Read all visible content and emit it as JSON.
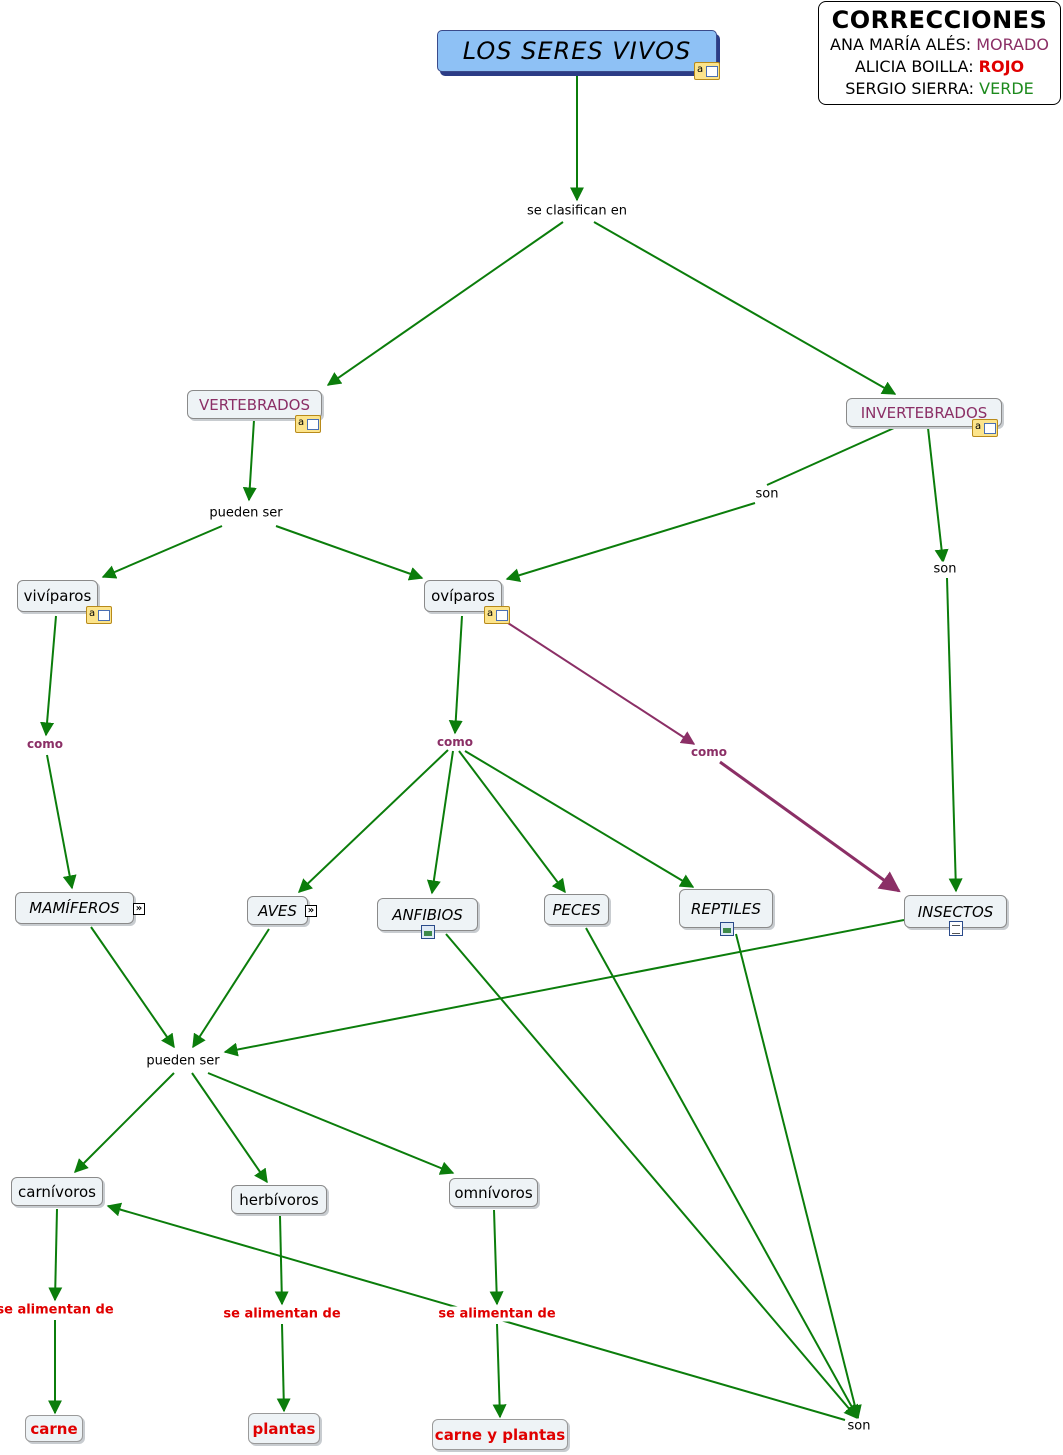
{
  "corrections": {
    "title": "CORRECCIONES",
    "rows": [
      {
        "name": "ANA MARÍA ALÉS: ",
        "color_word": "MORADO"
      },
      {
        "name": "ALICIA BOILLA: ",
        "color_word": "ROJO"
      },
      {
        "name": "SERGIO SIERRA: ",
        "color_word": "VERDE"
      }
    ]
  },
  "colors": {
    "green": "#0b7d0b",
    "purple": "#8b2f66",
    "red": "#e00000",
    "title_bg": "#8ec1f5"
  },
  "nodes": {
    "title": "LOS SERES VIVOS",
    "vertebrados": "VERTEBRADOS",
    "invertebrados": "INVERTEBRADOS",
    "viviparos": "vivíparos",
    "oviparos": "ovíparos",
    "mamiferos": "MAMÍFEROS",
    "aves": "AVES",
    "anfibios": "ANFIBIOS",
    "peces": "PECES",
    "reptiles": "REPTILES",
    "insectos": "INSECTOS",
    "carnivoros": "carnívoros",
    "herbivoros": "herbívoros",
    "omnivoros": "omnívoros",
    "carne": "carne",
    "plantas": "plantas",
    "carne_plantas": "carne y plantas"
  },
  "links": {
    "se_clasifican": "se clasifican en",
    "pueden_ser_1": "pueden ser",
    "son_1": "son",
    "son_2": "son",
    "como_1": "como",
    "como_2": "como",
    "como_3": "como",
    "pueden_ser_2": "pueden ser",
    "se_alimentan_1": "se alimentan de",
    "se_alimentan_2": "se alimentan de",
    "se_alimentan_3": "se alimentan de",
    "son_3": "son"
  },
  "icons": {
    "annotation": "annotation-note-icon",
    "image": "image-resource-icon",
    "document": "document-resource-icon",
    "link": "concept-link-icon"
  }
}
